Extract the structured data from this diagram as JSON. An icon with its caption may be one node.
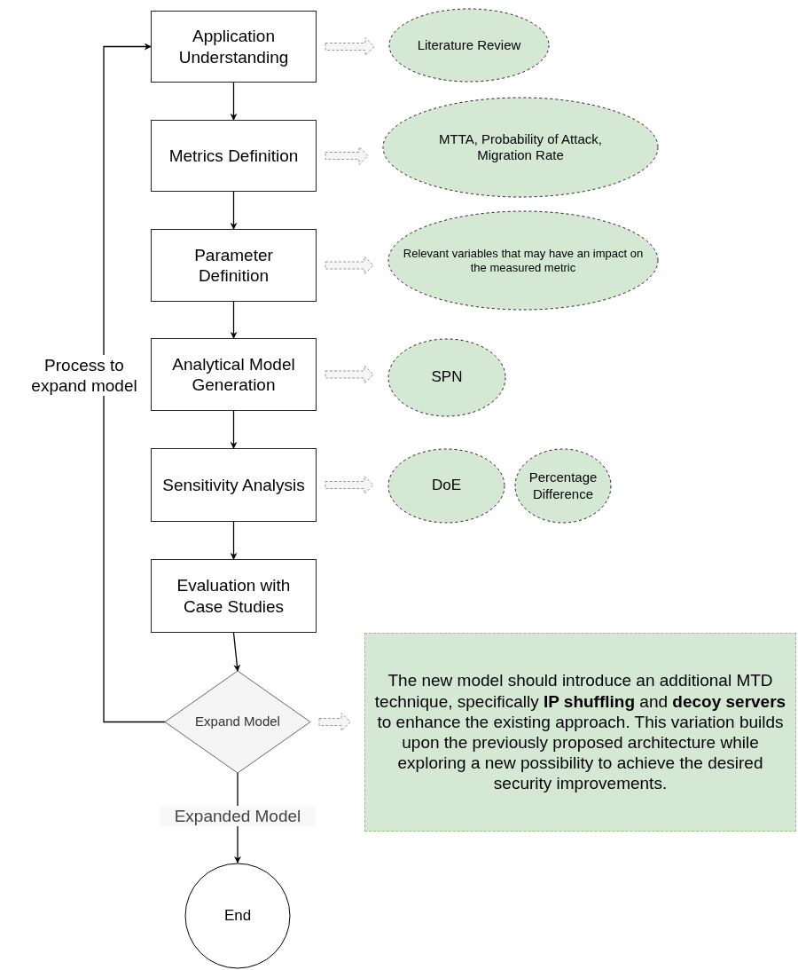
{
  "diagram": {
    "nodes": [
      {
        "text": [
          "Application Understanding"
        ]
      },
      {
        "text": [
          "Metrics Definition"
        ]
      },
      {
        "text": [
          "Parameter Definition"
        ]
      },
      {
        "text": [
          "Analytical Model Generation"
        ]
      },
      {
        "text": [
          "Sensitivity Analysis"
        ]
      },
      {
        "text": [
          "Evaluation with Case Studies"
        ]
      },
      {
        "text": [
          "Expand Model"
        ]
      },
      {
        "text": [
          "End"
        ]
      },
      {
        "text": [
          "Literature Review"
        ]
      },
      {
        "text": [
          "MTTA, Probability of  Attack, Migration Rate"
        ]
      },
      {
        "text": [
          "Relevant variables that may have an impact on the measured metric"
        ]
      },
      {
        "text": [
          "SPN"
        ]
      },
      {
        "text": [
          "DoE"
        ]
      },
      {
        "text": [
          "Percentage Difference"
        ]
      },
      {
        "text": [
          "The new model should introduce an additional MTD technique, specifically **IP shuffling** and **decoy servers** to enhance the existing approach. This variation builds upon the previously proposed architecture while exploring a new possibility to achieve the desired security improvements."
        ]
      }
    ],
    "edges": [
      {
        "from": 0,
        "to": 1,
        "arrow": "to"
      },
      {
        "from": 1,
        "to": 2,
        "arrow": "to"
      },
      {
        "from": 2,
        "to": 3,
        "arrow": "to"
      },
      {
        "from": 3,
        "to": 4,
        "arrow": "to"
      },
      {
        "from": 4,
        "to": 5,
        "arrow": "to"
      },
      {
        "from": 5,
        "to": 6,
        "arrow": "to"
      },
      {
        "from": 6,
        "to": 0,
        "arrow": "to",
        "label": "Process to expand model"
      },
      {
        "from": 6,
        "to": 7,
        "arrow": "to",
        "label": "Expanded Model"
      },
      {
        "from": 0,
        "to": 8,
        "arrow": "to",
        "style": "dashed",
        "color": "#999999"
      },
      {
        "from": 1,
        "to": 9,
        "arrow": "to",
        "style": "dashed",
        "color": "#999999"
      },
      {
        "from": 2,
        "to": 10,
        "arrow": "to",
        "style": "dashed",
        "color": "#999999"
      },
      {
        "from": 3,
        "to": 11,
        "arrow": "to",
        "style": "dashed",
        "color": "#999999"
      },
      {
        "from": 4,
        "to": 12,
        "arrow": "to",
        "style": "dashed",
        "color": "#999999"
      },
      {
        "from": 6,
        "to": 14,
        "arrow": "to",
        "style": "dashed",
        "color": "#999999"
      }
    ]
  }
}
